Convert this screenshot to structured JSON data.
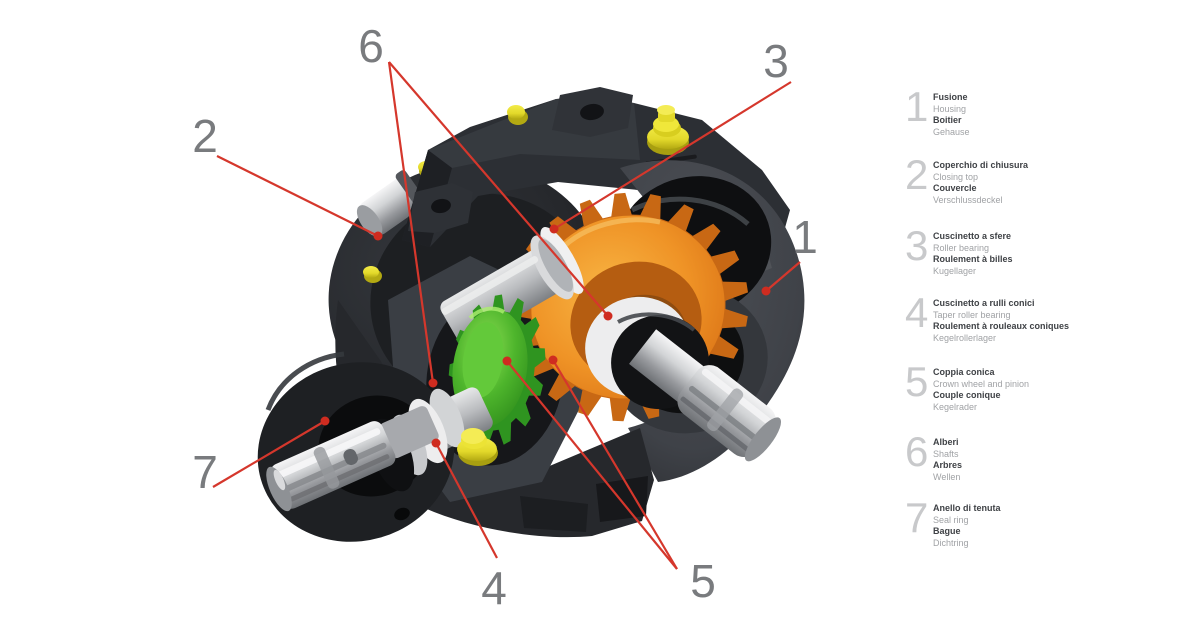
{
  "callouts": [
    {
      "label": "1"
    },
    {
      "label": "2"
    },
    {
      "label": "3"
    },
    {
      "label": "4"
    },
    {
      "label": "5"
    },
    {
      "label": "6"
    },
    {
      "label": "7"
    }
  ],
  "legend": {
    "items": [
      {
        "number": "1",
        "it": "Fusione",
        "en": "Housing",
        "fr": "Boitier",
        "de": "Gehause"
      },
      {
        "number": "2",
        "it": "Coperchio di chiusura",
        "en": "Closing top",
        "fr": "Couvercle",
        "de": "Verschlussdeckel"
      },
      {
        "number": "3",
        "it": "Cuscinetto a sfere",
        "en": "Roller bearing",
        "fr": "Roulement à billes",
        "de": "Kugellager"
      },
      {
        "number": "4",
        "it": "Cuscinetto a rulli conici",
        "en": "Taper roller bearing",
        "fr": "Roulement à rouleaux coniques",
        "de": "Kegelrollerlager"
      },
      {
        "number": "5",
        "it": "Coppia conica",
        "en": "Crown wheel and pinion",
        "fr": "Couple conique",
        "de": "Kegelrader"
      },
      {
        "number": "6",
        "it": "Alberi",
        "en": "Shafts",
        "fr": "Arbres",
        "de": "Wellen"
      },
      {
        "number": "7",
        "it": "Anello di tenuta",
        "en": "Seal ring",
        "fr": "Bague",
        "de": "Dichtring"
      }
    ]
  },
  "colors": {
    "leader_line": "#d5372c",
    "callout_number": "#797b7e",
    "legend_number": "#c8c9cb",
    "legend_text_bold": "#3f4246",
    "legend_text_gray": "#a0a2a5",
    "housing_dark": "#26282c",
    "housing_bell": "#42454b",
    "crown_gear_orange": "#e07d1c",
    "pinion_gear_green": "#46b02c",
    "plug_yellow": "#e9e034",
    "shaft_silver": "#c9cbce"
  }
}
